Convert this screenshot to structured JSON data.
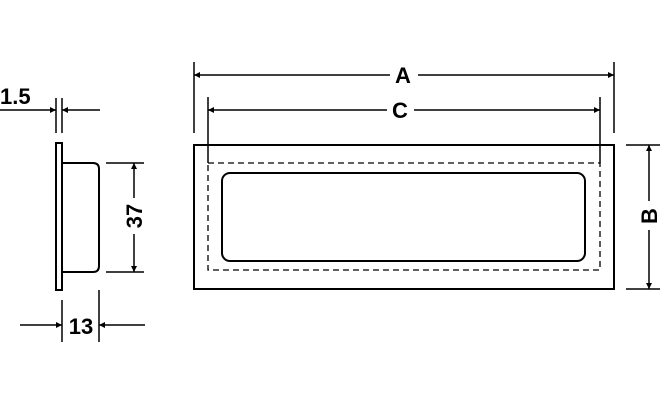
{
  "drawing": {
    "side_view": {
      "flange_thickness_label": "1.5",
      "height_label": "37",
      "depth_label": "13"
    },
    "front_view": {
      "overall_length_label": "A",
      "cutout_length_label": "C",
      "height_label": "B"
    },
    "colors": {
      "line": "#000000",
      "background": "#ffffff"
    }
  }
}
